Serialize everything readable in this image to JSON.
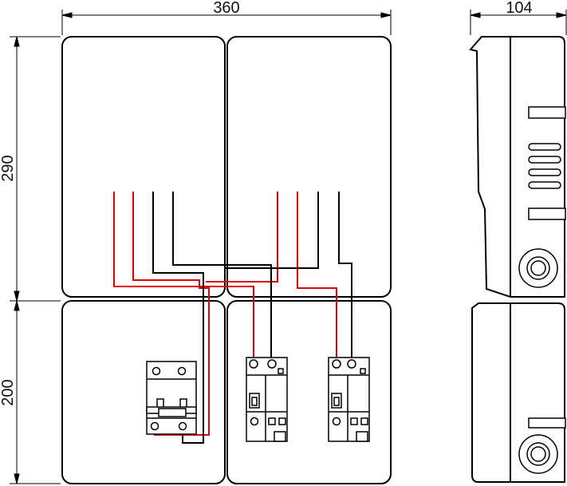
{
  "dimensions": {
    "front_width": "360",
    "side_depth": "104",
    "upper_height": "290",
    "lower_height": "200"
  },
  "colors": {
    "outline": "#000000",
    "wire_red": "#e00000",
    "wire_black": "#000000"
  }
}
